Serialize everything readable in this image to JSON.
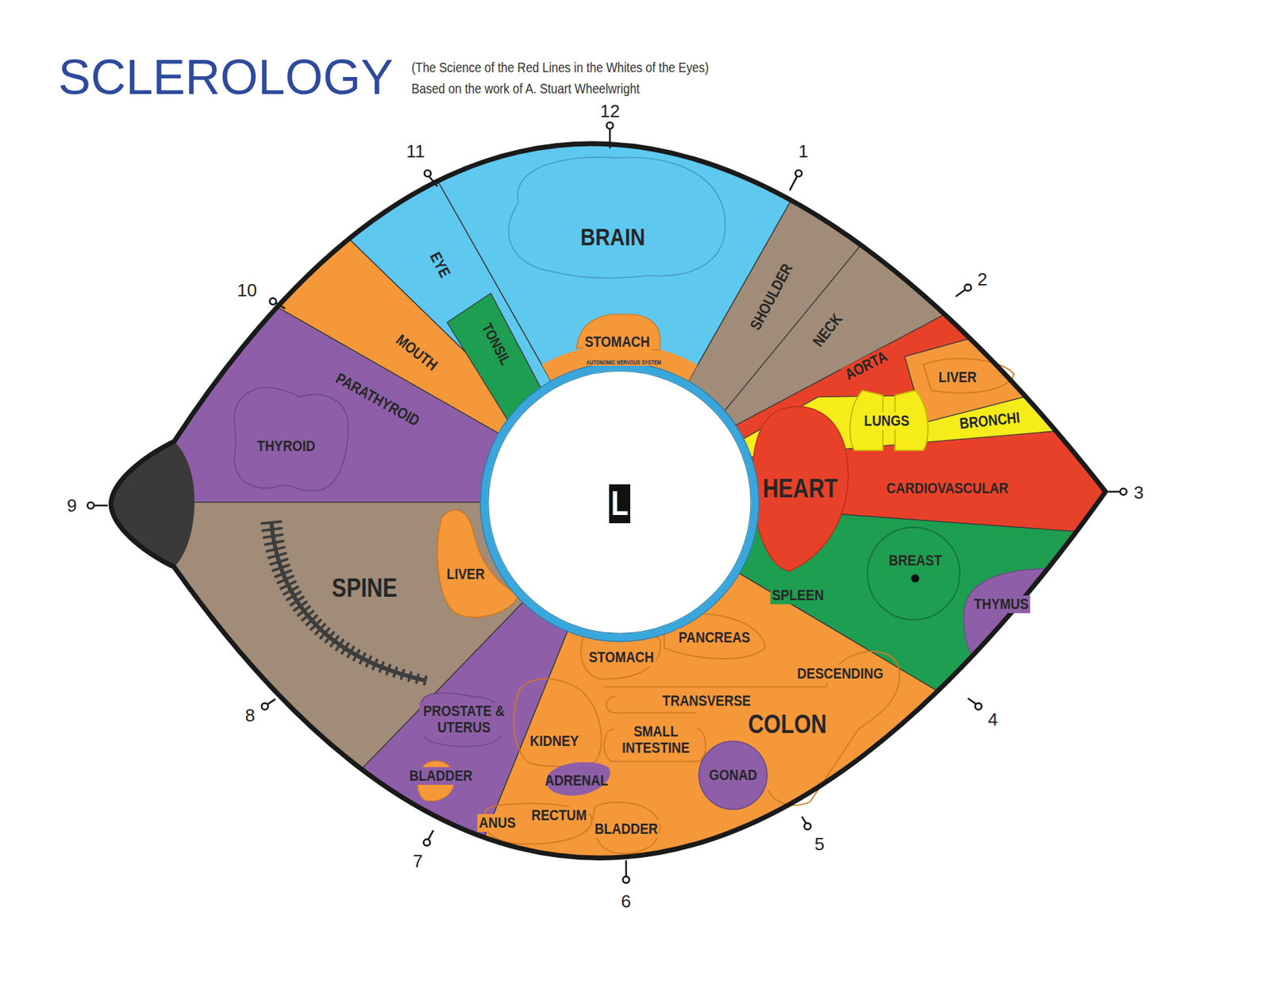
{
  "diagram": {
    "title": "SCLEROLOGY",
    "nodes": [
      {
        "text": [
          "BRAIN"
        ]
      },
      {
        "text": [
          "STOMACH"
        ]
      },
      {
        "text": [
          "EYE"
        ]
      },
      {
        "text": [
          "TONSIL"
        ]
      },
      {
        "text": [
          "MOUTH"
        ]
      },
      {
        "text": [
          "PARATHYROID"
        ]
      },
      {
        "text": [
          "THYROID"
        ],
        "in": 5
      },
      {
        "text": [
          "SHOULDER"
        ]
      },
      {
        "text": [
          "NECK"
        ]
      },
      {
        "text": [
          "AORTA"
        ]
      },
      {
        "text": [
          "LIVER"
        ]
      },
      {
        "text": [
          "BRONCHI"
        ]
      },
      {
        "text": [
          "LUNGS"
        ],
        "in": 11
      },
      {
        "text": [
          "HEART"
        ]
      },
      {
        "text": [
          "CARDIOVASCULAR"
        ]
      },
      {
        "text": [
          "SPLEEN"
        ]
      },
      {
        "text": [
          "BREAST"
        ],
        "in": 15
      },
      {
        "text": [
          "THYMUS"
        ],
        "in": 15
      },
      {
        "text": [
          "SPINE"
        ]
      },
      {
        "text": [
          "LIVER"
        ],
        "in": 18
      },
      {
        "text": [
          "PROSTATE & UTERUS"
        ]
      },
      {
        "text": [
          "BLADDER"
        ]
      },
      {
        "text": [
          "COLON"
        ]
      },
      {
        "text": [
          "STOMACH"
        ],
        "in": 22
      },
      {
        "text": [
          "PANCREAS"
        ],
        "in": 22
      },
      {
        "text": [
          "KIDNEY"
        ],
        "in": 22
      },
      {
        "text": [
          "ADRENAL"
        ],
        "in": 22
      },
      {
        "text": [
          "SMALL INTESTINE"
        ],
        "in": 22
      },
      {
        "text": [
          "GONAD"
        ],
        "in": 22
      },
      {
        "text": [
          "RECTUM"
        ],
        "in": 22
      },
      {
        "text": [
          "ANUS"
        ],
        "in": 22
      },
      {
        "text": [
          "BLADDER"
        ],
        "in": 22
      },
      {
        "text": [
          "L"
        ]
      }
    ],
    "labels": [
      "(The Science of the Red Lines in the Whites of the Eyes)",
      "Based on the work of A. Stuart Wheelwright",
      "12",
      "1",
      "2",
      "3",
      "4",
      "5",
      "6",
      "7",
      "8",
      "9",
      "10",
      "11",
      "AUTONOMIC NERVOUS SYSTEM",
      "TRANSVERSE",
      "DESCENDING"
    ]
  }
}
